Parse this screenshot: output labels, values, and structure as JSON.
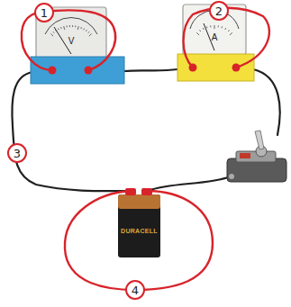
{
  "diagram": {
    "labels": [
      "1",
      "2",
      "3",
      "4",
      "V",
      "A",
      "DURACELL"
    ]
  }
}
